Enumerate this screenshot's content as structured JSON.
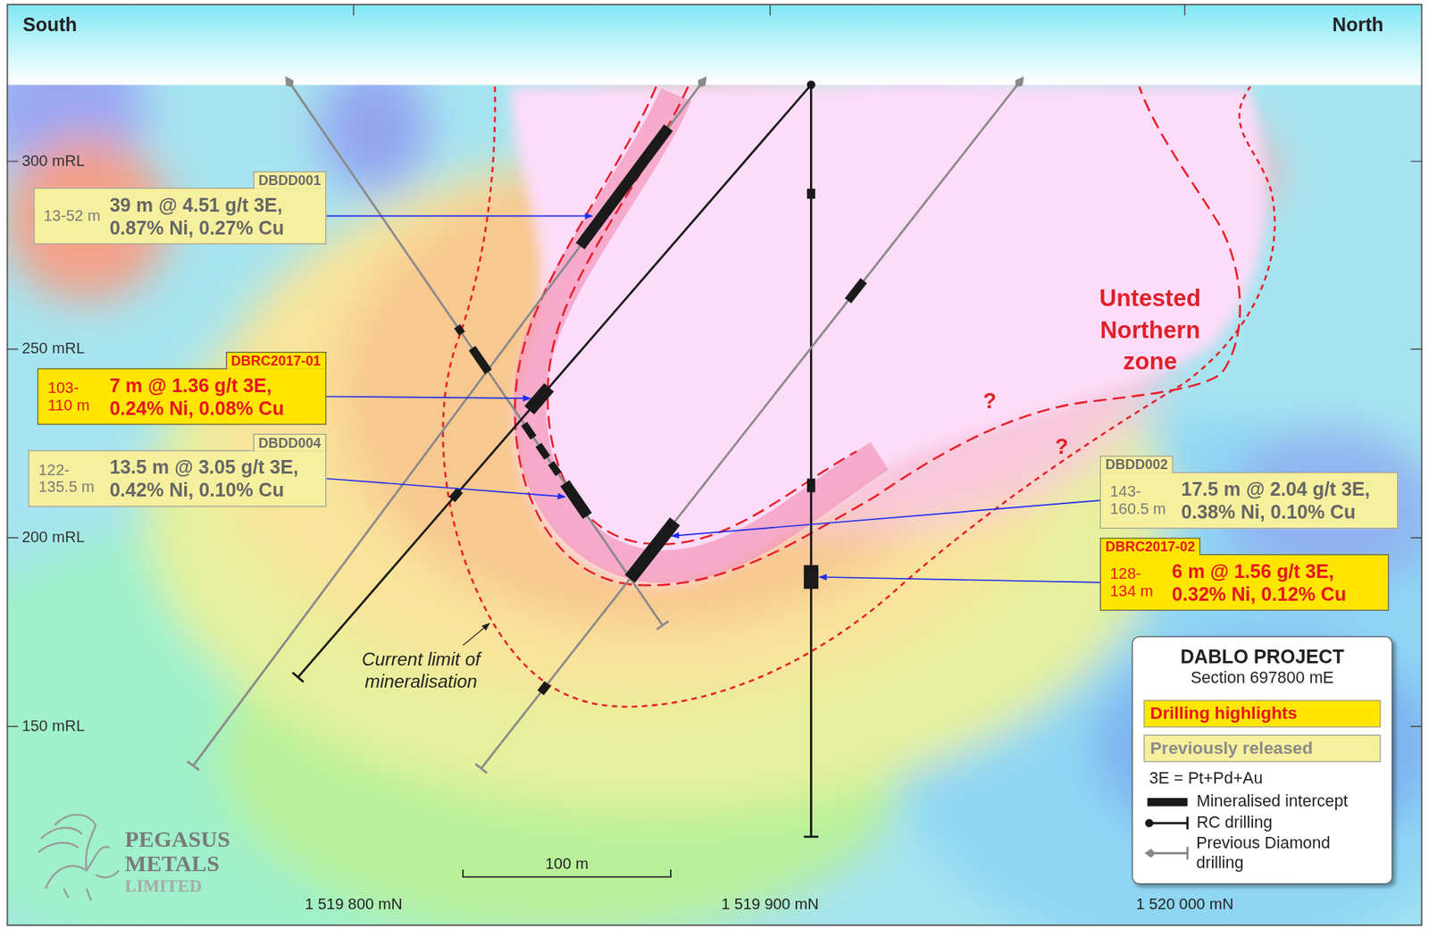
{
  "diagram": {
    "nodes": [
      {
        "text": [
          "DBDD001",
          "13-52 m",
          "39 m @ 4.51 g/t 3E, 0.87% Ni, 0.27% Cu"
        ]
      },
      {
        "text": [
          "DBRC2017-01",
          "103- 110 m",
          "7 m @ 1.36 g/t 3E, 0.24% Ni, 0.08% Cu"
        ]
      },
      {
        "text": [
          "DBDD004",
          "122- 135.5 m",
          "13.5 m @ 3.05 g/t 3E, 0.42% Ni, 0.10% Cu"
        ]
      },
      {
        "text": [
          "DBDD002",
          "143- 160.5 m",
          "17.5 m @ 2.04 g/t 3E, 0.38% Ni, 0.10% Cu"
        ]
      },
      {
        "text": [
          "DBRC2017-02",
          "128- 134 m",
          "6 m @ 1.56 g/t 3E, 0.32% Ni, 0.12% Cu"
        ]
      },
      {
        "text": [
          "DABLO PROJECT",
          "Section 697800 mE"
        ]
      }
    ],
    "labels": [
      "South",
      "North",
      "300 mRL",
      "250 mRL",
      "200 mRL",
      "150 mRL",
      "Untested Northern zone",
      "?",
      "?",
      "Current limit of mineralisation",
      "100 m",
      "1 519 800 mN",
      "1 519 900 mN",
      "1 520 000 mN",
      "3E = Pt+Pd+Au",
      "PEGASUS",
      "METALS",
      "LIMITED"
    ],
    "legend": [
      {
        "text": "Drilling highlights",
        "color": "#ffe600"
      },
      {
        "text": "Previously released",
        "color": "#f6f09e"
      },
      {
        "text": "Mineralised intercept"
      },
      {
        "text": "RC drilling"
      },
      {
        "text": "Previous Diamond drilling"
      }
    ]
  }
}
